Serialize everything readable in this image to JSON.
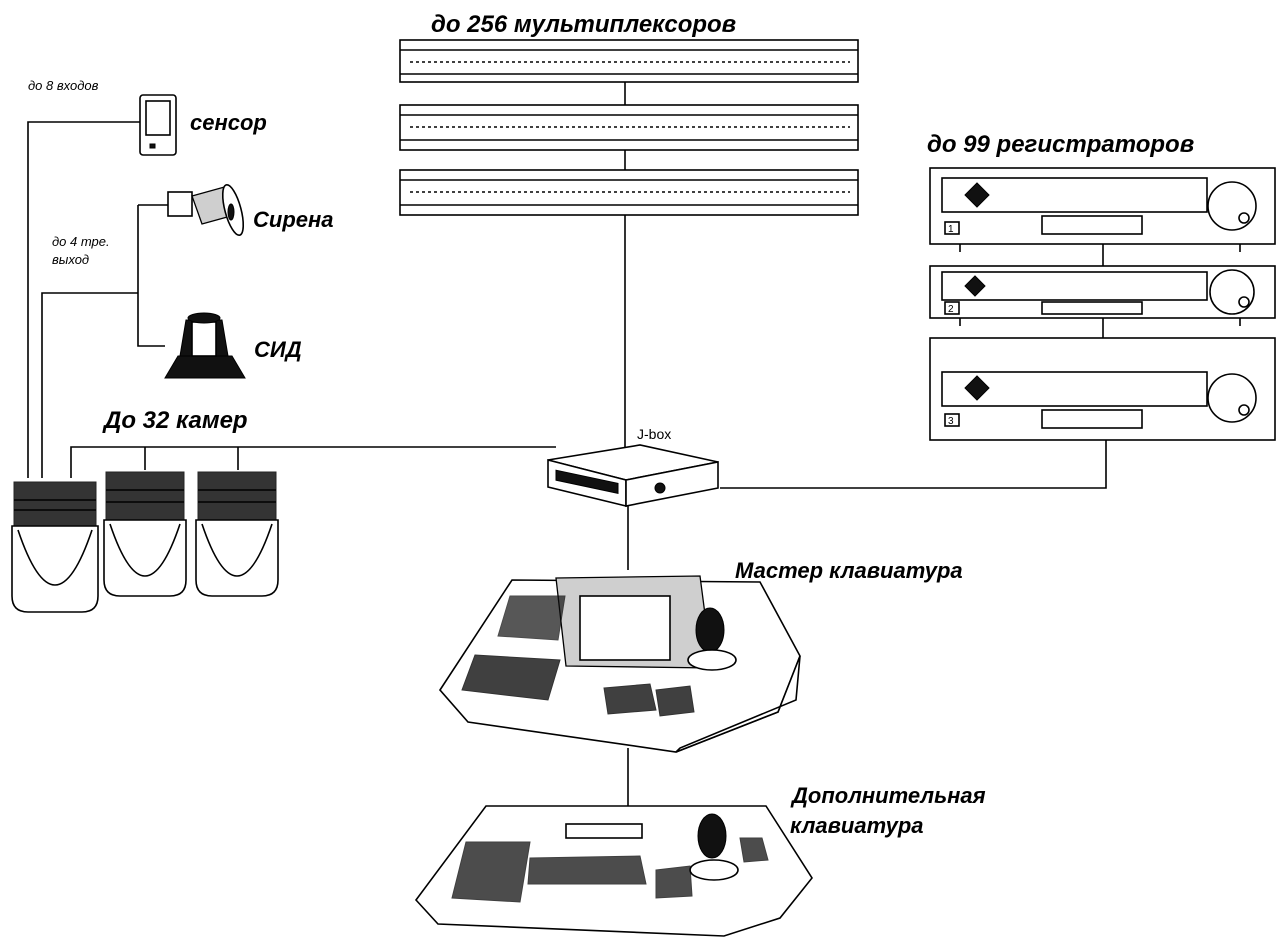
{
  "labels": {
    "multiplexers": "до 256 мультиплексоров",
    "recorders": "до 99 регистраторов",
    "sensor_inputs": "до 8 входов",
    "sensor": "сенсор",
    "siren": "Сирена",
    "alarm_outputs_line1": "до 4 тре.",
    "alarm_outputs_line2": "выход",
    "led": "СИД",
    "cameras": "До 32 камер",
    "jbox": "J-box",
    "master_keyboard": "Мастер клавиатура",
    "extra_keyboard_line1": "Дополнительная",
    "extra_keyboard_line2": "клавиатура"
  },
  "recorder_ids": [
    "1",
    "2",
    "3"
  ],
  "icons": [
    "sensor-icon",
    "siren-icon",
    "led-beacon-icon",
    "ptz-camera-icon",
    "multiplexer-icon",
    "recorder-icon",
    "jbox-icon",
    "keyboard-icon"
  ],
  "colors": {
    "ink": "#000000",
    "paper": "#ffffff",
    "shade": "#cfcfcf"
  }
}
